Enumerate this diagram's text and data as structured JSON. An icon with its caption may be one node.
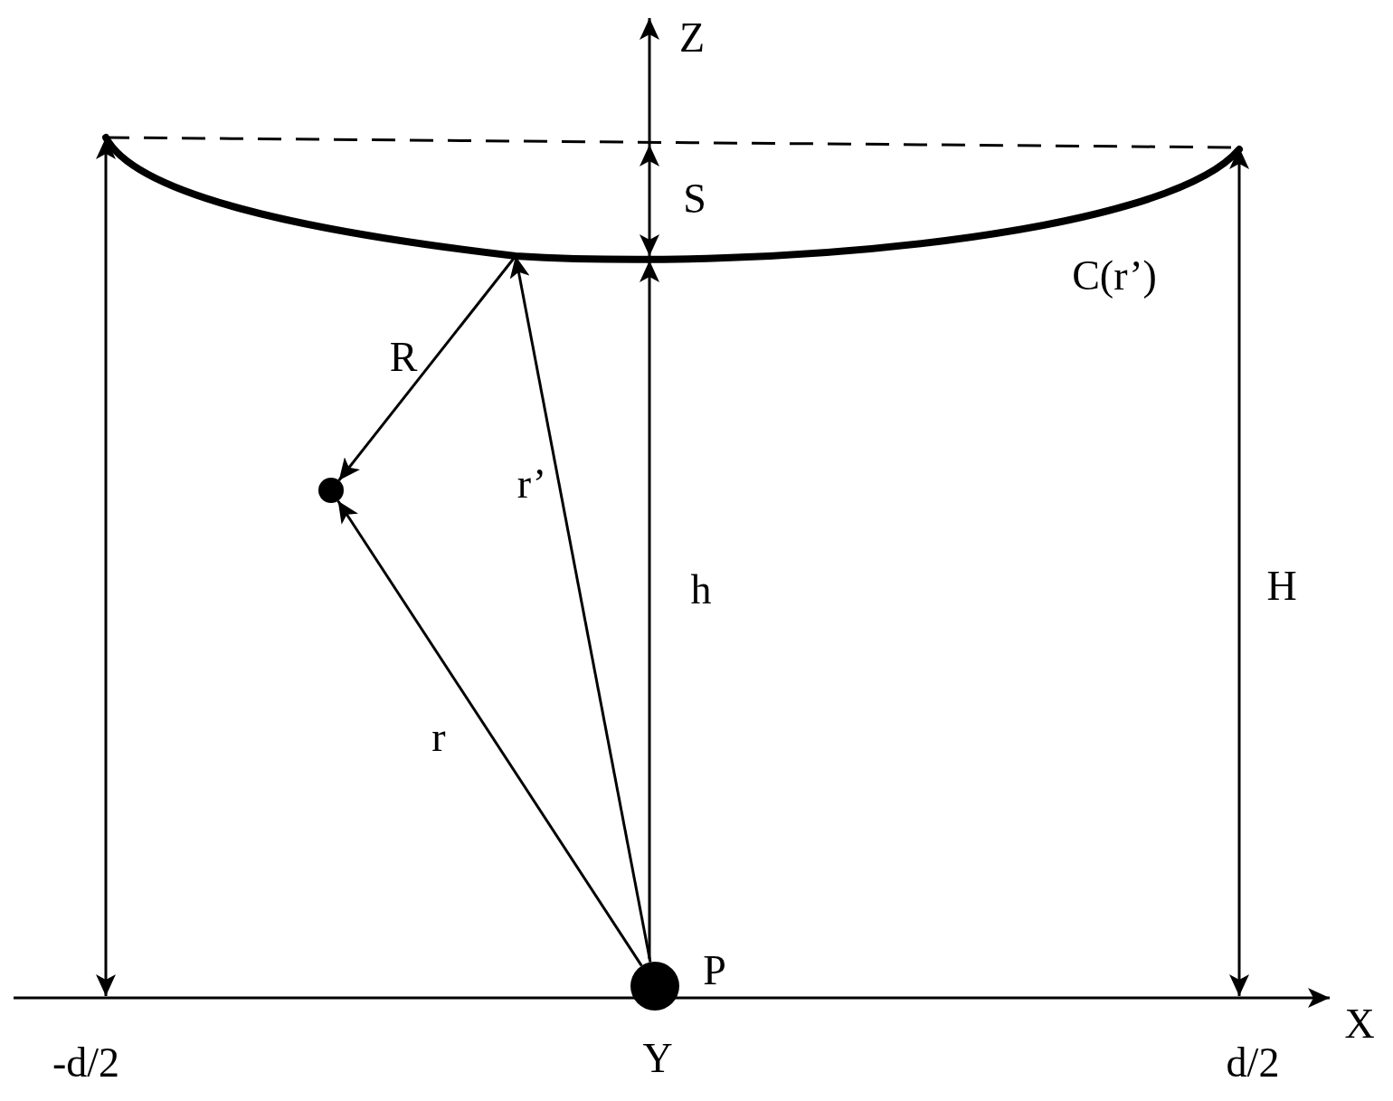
{
  "diagram": {
    "nodes": [
      {
        "text": [],
        "shape": "circle",
        "beside": [
          "P"
        ]
      },
      {
        "text": [],
        "shape": "circle"
      },
      {
        "text": [],
        "shape": "curve",
        "beside": [
          "C(r’)"
        ]
      }
    ],
    "edges": [
      {
        "from": 0,
        "to": 1,
        "arrow": "to",
        "label": "r"
      },
      {
        "from": 0,
        "to": 2,
        "arrow": "to",
        "label": "r’"
      },
      {
        "from": 2,
        "to": 1,
        "arrow": "to",
        "label": "R"
      }
    ],
    "labels": [
      "Z",
      "S",
      "h",
      "H",
      "X",
      "-d/2",
      "Y",
      "d/2"
    ]
  }
}
